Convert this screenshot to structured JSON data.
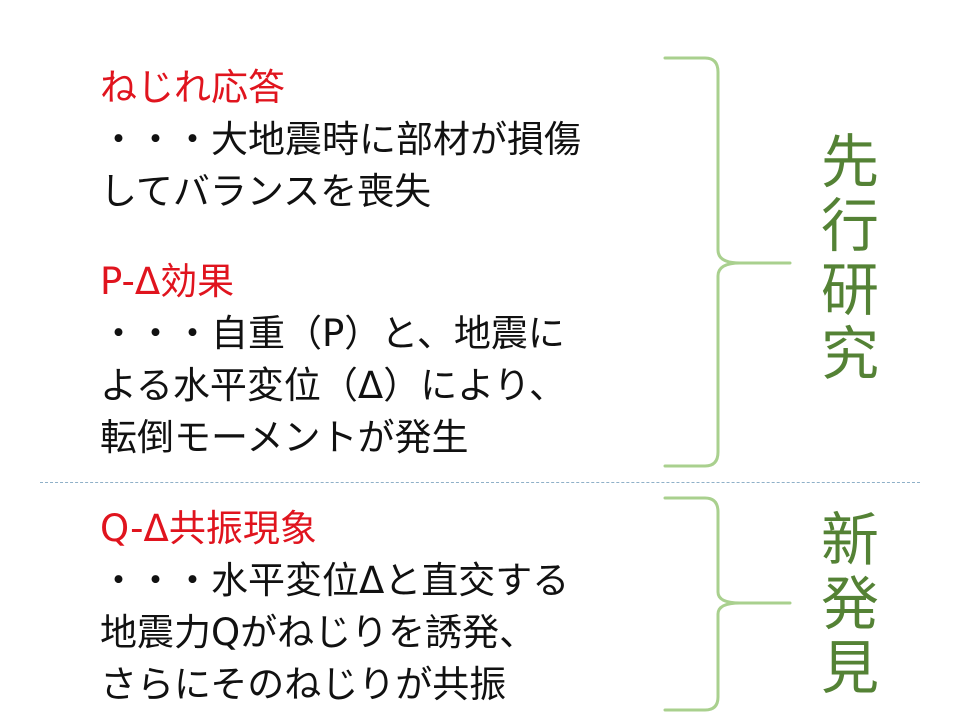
{
  "blocks": [
    {
      "heading": "ねじれ応答",
      "lines": [
        "・・・大地震時に部材が損傷",
        "してバランスを喪失"
      ]
    },
    {
      "heading": "P-Δ効果",
      "lines": [
        "・・・自重（P）と、地震に",
        "よる水平変位（Δ）により、",
        "転倒モーメントが発生"
      ]
    },
    {
      "heading": "Q-Δ共振現象",
      "lines": [
        "・・・水平変位Δと直交する",
        "地震力Qがねじりを誘発、",
        "さらにそのねじりが共振"
      ]
    }
  ],
  "labels": {
    "prior_research": [
      "先",
      "行",
      "研",
      "究"
    ],
    "new_discovery": [
      "新",
      "発",
      "見"
    ]
  },
  "colors": {
    "heading": "#e0141e",
    "body_text": "#111111",
    "brace": "#a9d08e",
    "label": "#548235",
    "divider": "#8fb0c8"
  }
}
